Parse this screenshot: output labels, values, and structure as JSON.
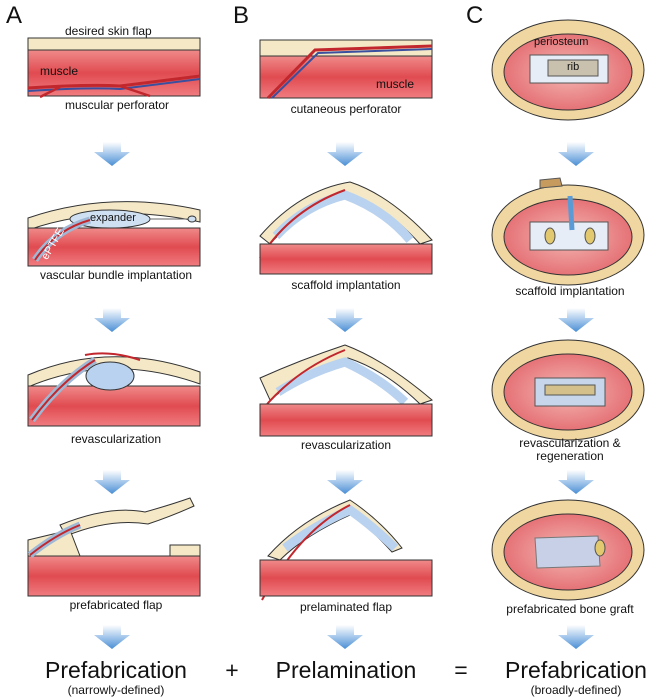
{
  "panels": {
    "a": {
      "letter": "A",
      "top_labels": {
        "skin": "desired skin flap",
        "muscle": "muscle",
        "perforator": "muscular perforator"
      },
      "step2_labels": {
        "expander": "expander",
        "eptfe": "ePTFE"
      },
      "steps": [
        "vascular bundle implantation",
        "revascularization",
        "prefabricated flap"
      ]
    },
    "b": {
      "letter": "B",
      "top_labels": {
        "muscle": "muscle",
        "perforator": "cutaneous perforator"
      },
      "steps": [
        "scaffold implantation",
        "revascularization",
        "prelaminated flap"
      ]
    },
    "c": {
      "letter": "C",
      "top_labels": {
        "periosteum": "periosteum",
        "rib": "rib"
      },
      "steps": [
        "scaffold implantation",
        "revascularization &",
        "regeneration",
        "prefabricated bone graft"
      ]
    }
  },
  "equation": {
    "term1": "Prefabrication",
    "term1_sub": "(narrowly-defined)",
    "plus": "+",
    "term2": "Prelamination",
    "equals": "=",
    "term3": "Prefabrication",
    "term3_sub": "(broadly-defined)"
  },
  "colors": {
    "muscle": "#e35a5c",
    "skin": "#f4e8c6",
    "artery": "#c1272d",
    "vein": "#3a4f9e",
    "arrow": "#5b9bd5",
    "scaffold": "#cfe0f2"
  }
}
